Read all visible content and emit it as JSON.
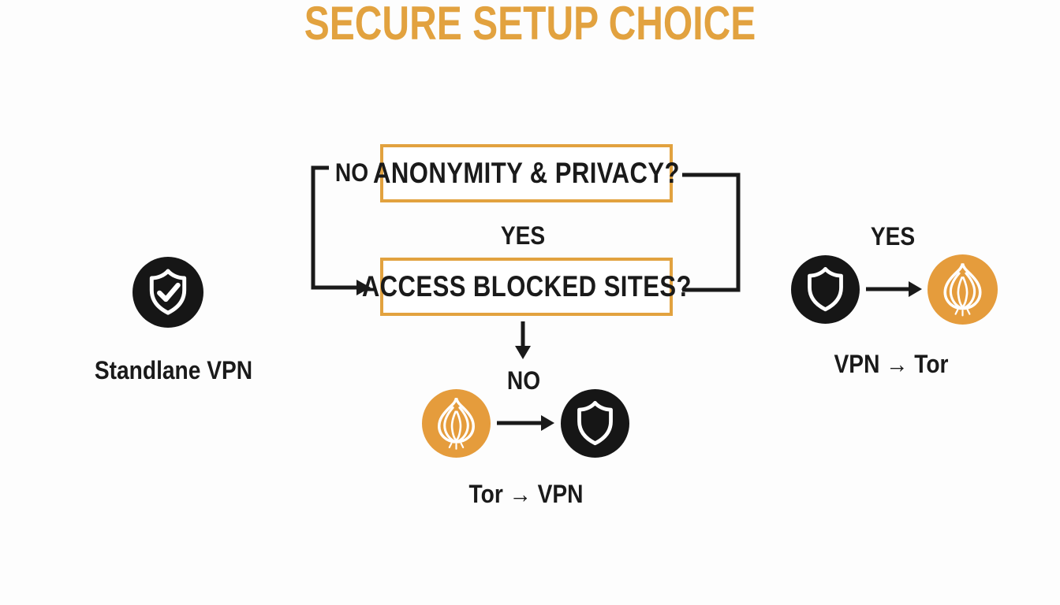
{
  "title": "SECURE SETUP CHOICE",
  "colors": {
    "accent": "#E2A23F",
    "ink": "#1A1A1A",
    "background": "#FDFDFD",
    "icon_black": "#161616",
    "icon_orange": "#E59C3C",
    "icon_glyph": "#FFFFFF"
  },
  "flow": {
    "question1": "ANONYMITY & PRIVACY?",
    "question2": "ACCESS BLOCKED SITES?",
    "no_left": "NO",
    "yes_center": "YES",
    "no_bottom": "NO",
    "yes_right": "YES"
  },
  "options": {
    "left": {
      "label": "Standlane VPN",
      "icon": "shield-check-icon"
    },
    "right": {
      "label": "VPN → Tor",
      "icons": [
        "shield-icon",
        "onion-icon"
      ]
    },
    "bottom": {
      "label": "Tor → VPN",
      "icons": [
        "onion-icon",
        "shield-icon"
      ]
    }
  }
}
